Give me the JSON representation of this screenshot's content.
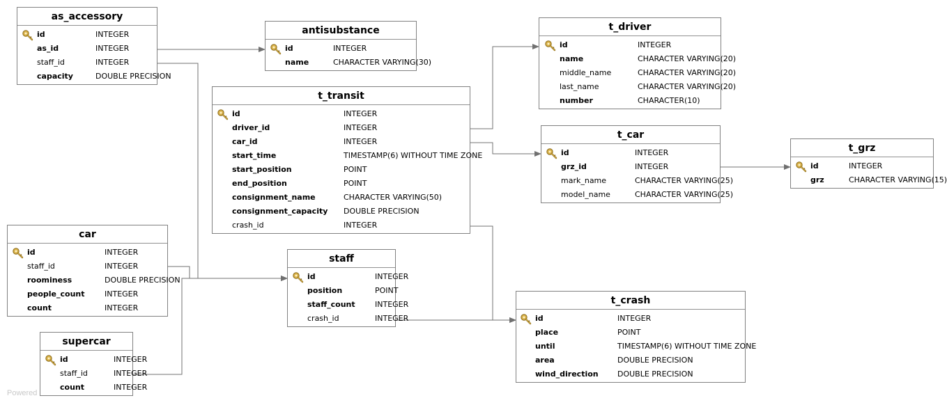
{
  "tables": [
    {
      "name": "as_accessory",
      "columns": [
        {
          "name": "id",
          "type": "INTEGER",
          "pk": true,
          "bold": true
        },
        {
          "name": "as_id",
          "type": "INTEGER",
          "pk": false,
          "bold": true
        },
        {
          "name": "staff_id",
          "type": "INTEGER",
          "pk": false,
          "bold": false
        },
        {
          "name": "capacity",
          "type": "DOUBLE PRECISION",
          "pk": false,
          "bold": true
        }
      ]
    },
    {
      "name": "antisubstance",
      "columns": [
        {
          "name": "id",
          "type": "INTEGER",
          "pk": true,
          "bold": true
        },
        {
          "name": "name",
          "type": "CHARACTER VARYING(30)",
          "pk": false,
          "bold": true
        }
      ]
    },
    {
      "name": "t_driver",
      "columns": [
        {
          "name": "id",
          "type": "INTEGER",
          "pk": true,
          "bold": true
        },
        {
          "name": "name",
          "type": "CHARACTER VARYING(20)",
          "pk": false,
          "bold": true
        },
        {
          "name": "middle_name",
          "type": "CHARACTER VARYING(20)",
          "pk": false,
          "bold": false
        },
        {
          "name": "last_name",
          "type": "CHARACTER VARYING(20)",
          "pk": false,
          "bold": false
        },
        {
          "name": "number",
          "type": "CHARACTER(10)",
          "pk": false,
          "bold": true
        }
      ]
    },
    {
      "name": "t_transit",
      "columns": [
        {
          "name": "id",
          "type": "INTEGER",
          "pk": true,
          "bold": true
        },
        {
          "name": "driver_id",
          "type": "INTEGER",
          "pk": false,
          "bold": true
        },
        {
          "name": "car_id",
          "type": "INTEGER",
          "pk": false,
          "bold": true
        },
        {
          "name": "start_time",
          "type": "TIMESTAMP(6) WITHOUT TIME ZONE",
          "pk": false,
          "bold": true
        },
        {
          "name": "start_position",
          "type": "POINT",
          "pk": false,
          "bold": true
        },
        {
          "name": "end_position",
          "type": "POINT",
          "pk": false,
          "bold": true
        },
        {
          "name": "consignment_name",
          "type": "CHARACTER VARYING(50)",
          "pk": false,
          "bold": true
        },
        {
          "name": "consignment_capacity",
          "type": "DOUBLE PRECISION",
          "pk": false,
          "bold": true
        },
        {
          "name": "crash_id",
          "type": "INTEGER",
          "pk": false,
          "bold": false
        }
      ]
    },
    {
      "name": "t_car",
      "columns": [
        {
          "name": "id",
          "type": "INTEGER",
          "pk": true,
          "bold": true
        },
        {
          "name": "grz_id",
          "type": "INTEGER",
          "pk": false,
          "bold": true
        },
        {
          "name": "mark_name",
          "type": "CHARACTER VARYING(25)",
          "pk": false,
          "bold": false
        },
        {
          "name": "model_name",
          "type": "CHARACTER VARYING(25)",
          "pk": false,
          "bold": false
        }
      ]
    },
    {
      "name": "t_grz",
      "columns": [
        {
          "name": "id",
          "type": "INTEGER",
          "pk": true,
          "bold": true
        },
        {
          "name": "grz",
          "type": "CHARACTER VARYING(15)",
          "pk": false,
          "bold": true
        }
      ]
    },
    {
      "name": "car",
      "columns": [
        {
          "name": "id",
          "type": "INTEGER",
          "pk": true,
          "bold": true
        },
        {
          "name": "staff_id",
          "type": "INTEGER",
          "pk": false,
          "bold": false
        },
        {
          "name": "roominess",
          "type": "DOUBLE PRECISION",
          "pk": false,
          "bold": true
        },
        {
          "name": "people_count",
          "type": "INTEGER",
          "pk": false,
          "bold": true
        },
        {
          "name": "count",
          "type": "INTEGER",
          "pk": false,
          "bold": true
        }
      ]
    },
    {
      "name": "staff",
      "columns": [
        {
          "name": "id",
          "type": "INTEGER",
          "pk": true,
          "bold": true
        },
        {
          "name": "position",
          "type": "POINT",
          "pk": false,
          "bold": true
        },
        {
          "name": "staff_count",
          "type": "INTEGER",
          "pk": false,
          "bold": true
        },
        {
          "name": "crash_id",
          "type": "INTEGER",
          "pk": false,
          "bold": false
        }
      ]
    },
    {
      "name": "supercar",
      "columns": [
        {
          "name": "id",
          "type": "INTEGER",
          "pk": true,
          "bold": true
        },
        {
          "name": "staff_id",
          "type": "INTEGER",
          "pk": false,
          "bold": false
        },
        {
          "name": "count",
          "type": "INTEGER",
          "pk": false,
          "bold": true
        }
      ]
    },
    {
      "name": "t_crash",
      "columns": [
        {
          "name": "id",
          "type": "INTEGER",
          "pk": true,
          "bold": true
        },
        {
          "name": "place",
          "type": "POINT",
          "pk": false,
          "bold": true
        },
        {
          "name": "until",
          "type": "TIMESTAMP(6) WITHOUT TIME ZONE",
          "pk": false,
          "bold": true
        },
        {
          "name": "area",
          "type": "DOUBLE PRECISION",
          "pk": false,
          "bold": true
        },
        {
          "name": "wind_direction",
          "type": "DOUBLE PRECISION",
          "pk": false,
          "bold": true
        }
      ]
    }
  ],
  "relations": [
    {
      "from": "as_accessory.as_id",
      "to": "antisubstance.id"
    },
    {
      "from": "as_accessory.staff_id",
      "to": "staff.id"
    },
    {
      "from": "car.staff_id",
      "to": "staff.id"
    },
    {
      "from": "supercar.staff_id",
      "to": "staff.id"
    },
    {
      "from": "t_transit.driver_id",
      "to": "t_driver.id"
    },
    {
      "from": "t_transit.car_id",
      "to": "t_car.id"
    },
    {
      "from": "t_transit.crash_id",
      "to": "t_crash.id"
    },
    {
      "from": "staff.crash_id",
      "to": "t_crash.id"
    },
    {
      "from": "t_car.grz_id",
      "to": "t_grz.id"
    }
  ],
  "colors": {
    "border": "#808080",
    "line": "#707070",
    "type_text": "#000000",
    "key_icon": "#c8a040"
  },
  "icons": {
    "primary_key": "key-icon"
  },
  "watermark": "Powered"
}
